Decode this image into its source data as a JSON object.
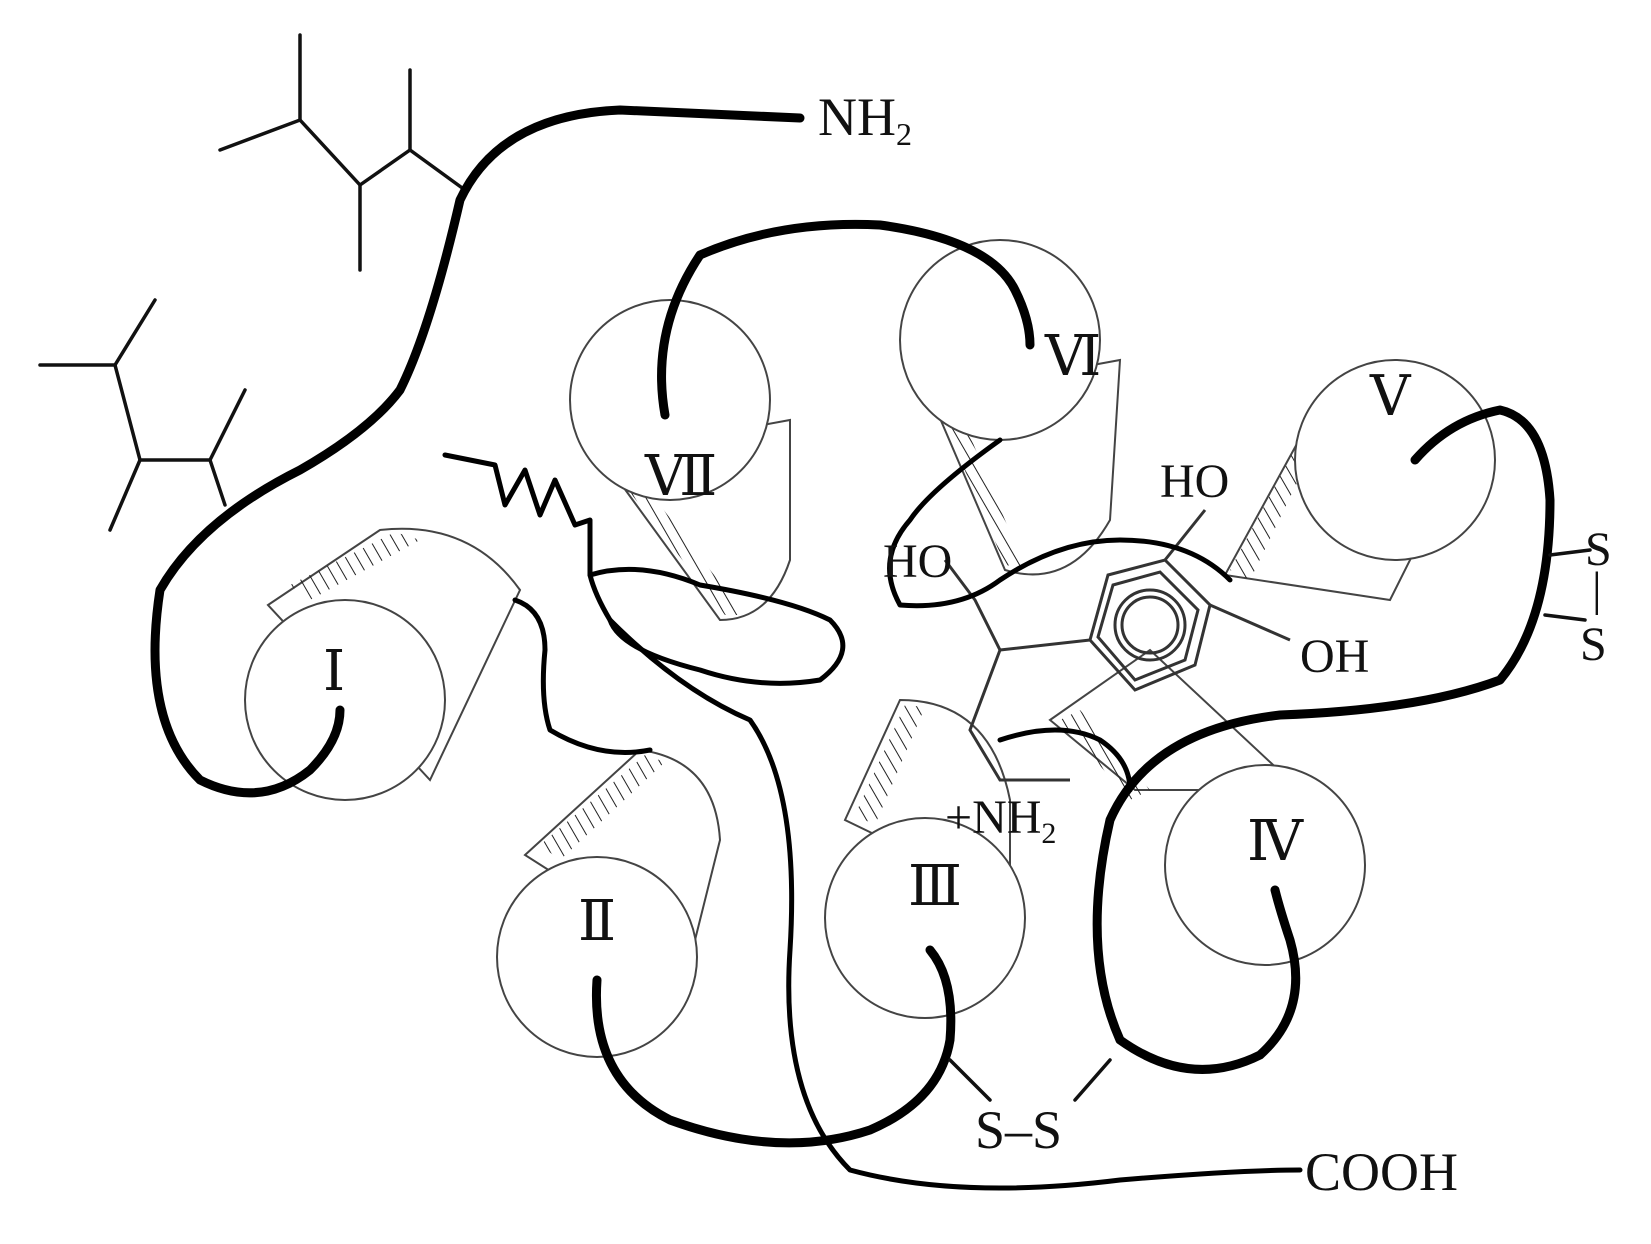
{
  "helices": [
    {
      "id": "helix-1",
      "label": "Ⅰ"
    },
    {
      "id": "helix-2",
      "label": "Ⅱ"
    },
    {
      "id": "helix-3",
      "label": "Ⅲ"
    },
    {
      "id": "helix-4",
      "label": "Ⅳ"
    },
    {
      "id": "helix-5",
      "label": "Ⅴ"
    },
    {
      "id": "helix-6",
      "label": "Ⅵ"
    },
    {
      "id": "helix-7",
      "label": "Ⅶ"
    }
  ],
  "termini": {
    "n_prefix": "NH",
    "n_sub": "2",
    "c": "COOH"
  },
  "ligand": {
    "ho_left": "HO",
    "ho_right": "HO",
    "oh": "OH",
    "amine_prefix": "+NH",
    "amine_sub": "2"
  },
  "disulfide": {
    "bottom": "S–S",
    "right_top": "S",
    "right_bar": "|",
    "right_bottom": "S"
  }
}
